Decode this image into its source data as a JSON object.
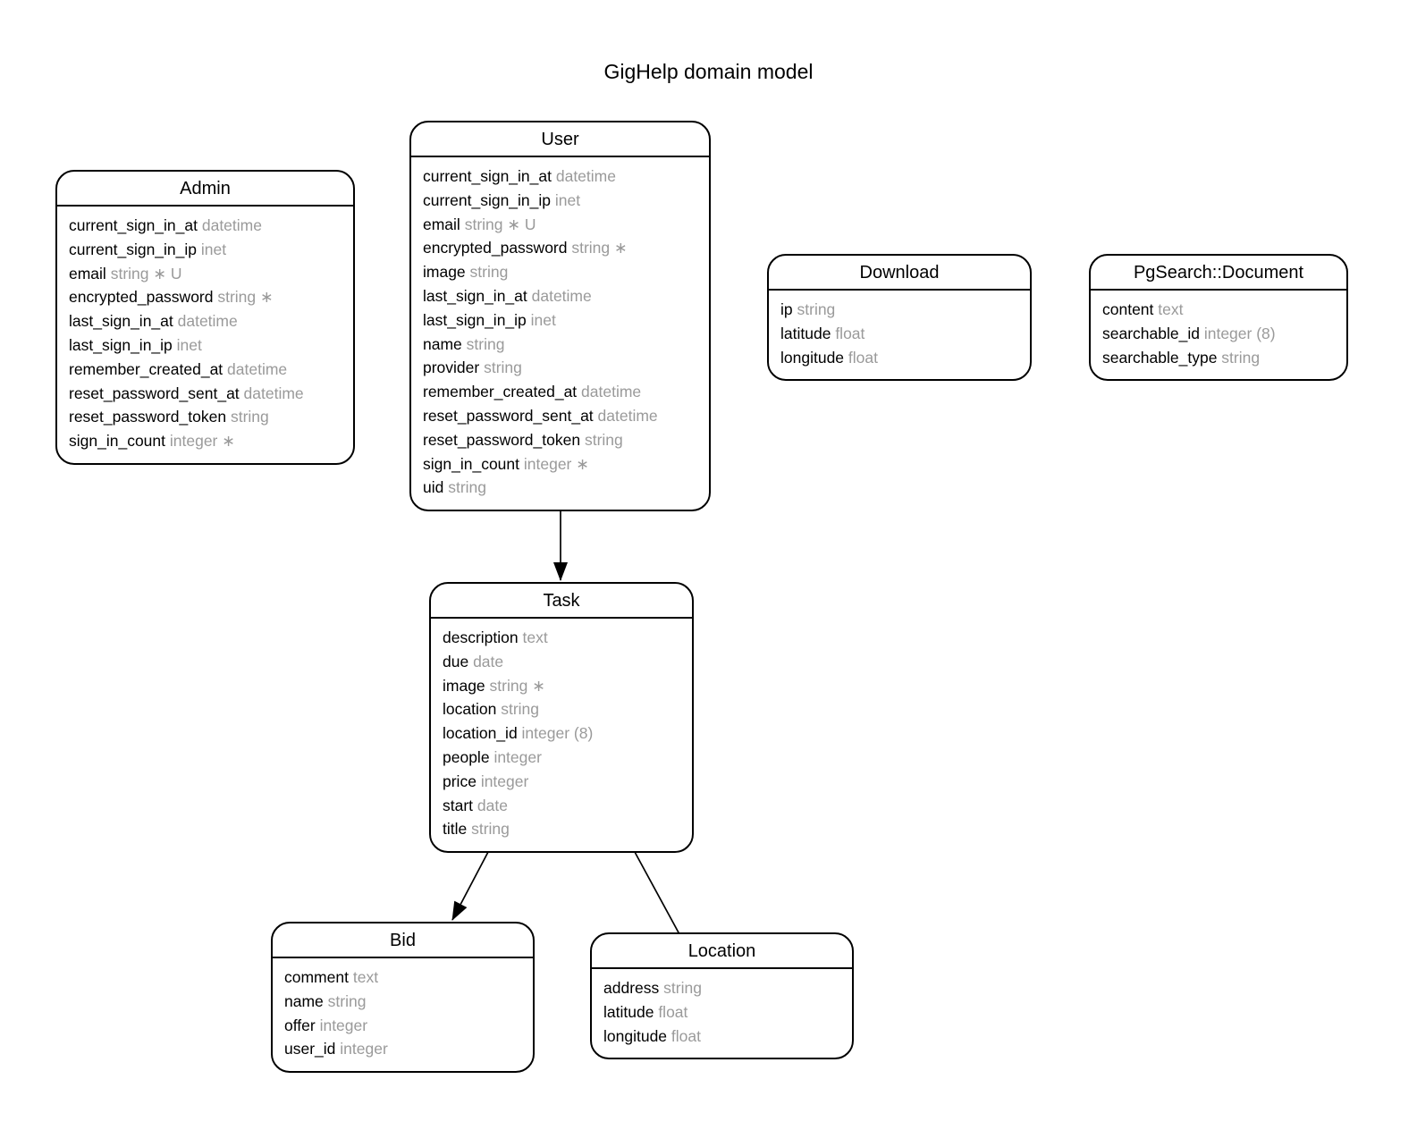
{
  "title": "GigHelp domain model",
  "entities": [
    {
      "name": "Admin",
      "fields": [
        {
          "name": "current_sign_in_at",
          "type": "datetime"
        },
        {
          "name": "current_sign_in_ip",
          "type": "inet"
        },
        {
          "name": "email",
          "type": "string ∗ U"
        },
        {
          "name": "encrypted_password",
          "type": "string ∗"
        },
        {
          "name": "last_sign_in_at",
          "type": "datetime"
        },
        {
          "name": "last_sign_in_ip",
          "type": "inet"
        },
        {
          "name": "remember_created_at",
          "type": "datetime"
        },
        {
          "name": "reset_password_sent_at",
          "type": "datetime"
        },
        {
          "name": "reset_password_token",
          "type": "string"
        },
        {
          "name": "sign_in_count",
          "type": "integer ∗"
        }
      ]
    },
    {
      "name": "User",
      "fields": [
        {
          "name": "current_sign_in_at",
          "type": "datetime"
        },
        {
          "name": "current_sign_in_ip",
          "type": "inet"
        },
        {
          "name": "email",
          "type": "string ∗ U"
        },
        {
          "name": "encrypted_password",
          "type": "string ∗"
        },
        {
          "name": "image",
          "type": "string"
        },
        {
          "name": "last_sign_in_at",
          "type": "datetime"
        },
        {
          "name": "last_sign_in_ip",
          "type": "inet"
        },
        {
          "name": "name",
          "type": "string"
        },
        {
          "name": "provider",
          "type": "string"
        },
        {
          "name": "remember_created_at",
          "type": "datetime"
        },
        {
          "name": "reset_password_sent_at",
          "type": "datetime"
        },
        {
          "name": "reset_password_token",
          "type": "string"
        },
        {
          "name": "sign_in_count",
          "type": "integer ∗"
        },
        {
          "name": "uid",
          "type": "string"
        }
      ]
    },
    {
      "name": "Download",
      "fields": [
        {
          "name": "ip",
          "type": "string"
        },
        {
          "name": "latitude",
          "type": "float"
        },
        {
          "name": "longitude",
          "type": "float"
        }
      ]
    },
    {
      "name": "PgSearch::Document",
      "fields": [
        {
          "name": "content",
          "type": "text"
        },
        {
          "name": "searchable_id",
          "type": "integer (8)"
        },
        {
          "name": "searchable_type",
          "type": "string"
        }
      ]
    },
    {
      "name": "Task",
      "fields": [
        {
          "name": "description",
          "type": "text"
        },
        {
          "name": "due",
          "type": "date"
        },
        {
          "name": "image",
          "type": "string ∗"
        },
        {
          "name": "location",
          "type": "string"
        },
        {
          "name": "location_id",
          "type": "integer (8)"
        },
        {
          "name": "people",
          "type": "integer"
        },
        {
          "name": "price",
          "type": "integer"
        },
        {
          "name": "start",
          "type": "date"
        },
        {
          "name": "title",
          "type": "string"
        }
      ]
    },
    {
      "name": "Bid",
      "fields": [
        {
          "name": "comment",
          "type": "text"
        },
        {
          "name": "name",
          "type": "string"
        },
        {
          "name": "offer",
          "type": "integer"
        },
        {
          "name": "user_id",
          "type": "integer"
        }
      ]
    },
    {
      "name": "Location",
      "fields": [
        {
          "name": "address",
          "type": "string"
        },
        {
          "name": "latitude",
          "type": "float"
        },
        {
          "name": "longitude",
          "type": "float"
        }
      ]
    }
  ],
  "relations": [
    {
      "from": "User",
      "to": "Task",
      "arrow": true
    },
    {
      "from": "Task",
      "to": "Bid",
      "arrow": true
    },
    {
      "from": "Task",
      "to": "Location",
      "arrow": false
    }
  ],
  "colors": {
    "line": "#000000",
    "field_name": "#000000",
    "field_type": "#9a9a9a",
    "background": "#ffffff"
  }
}
